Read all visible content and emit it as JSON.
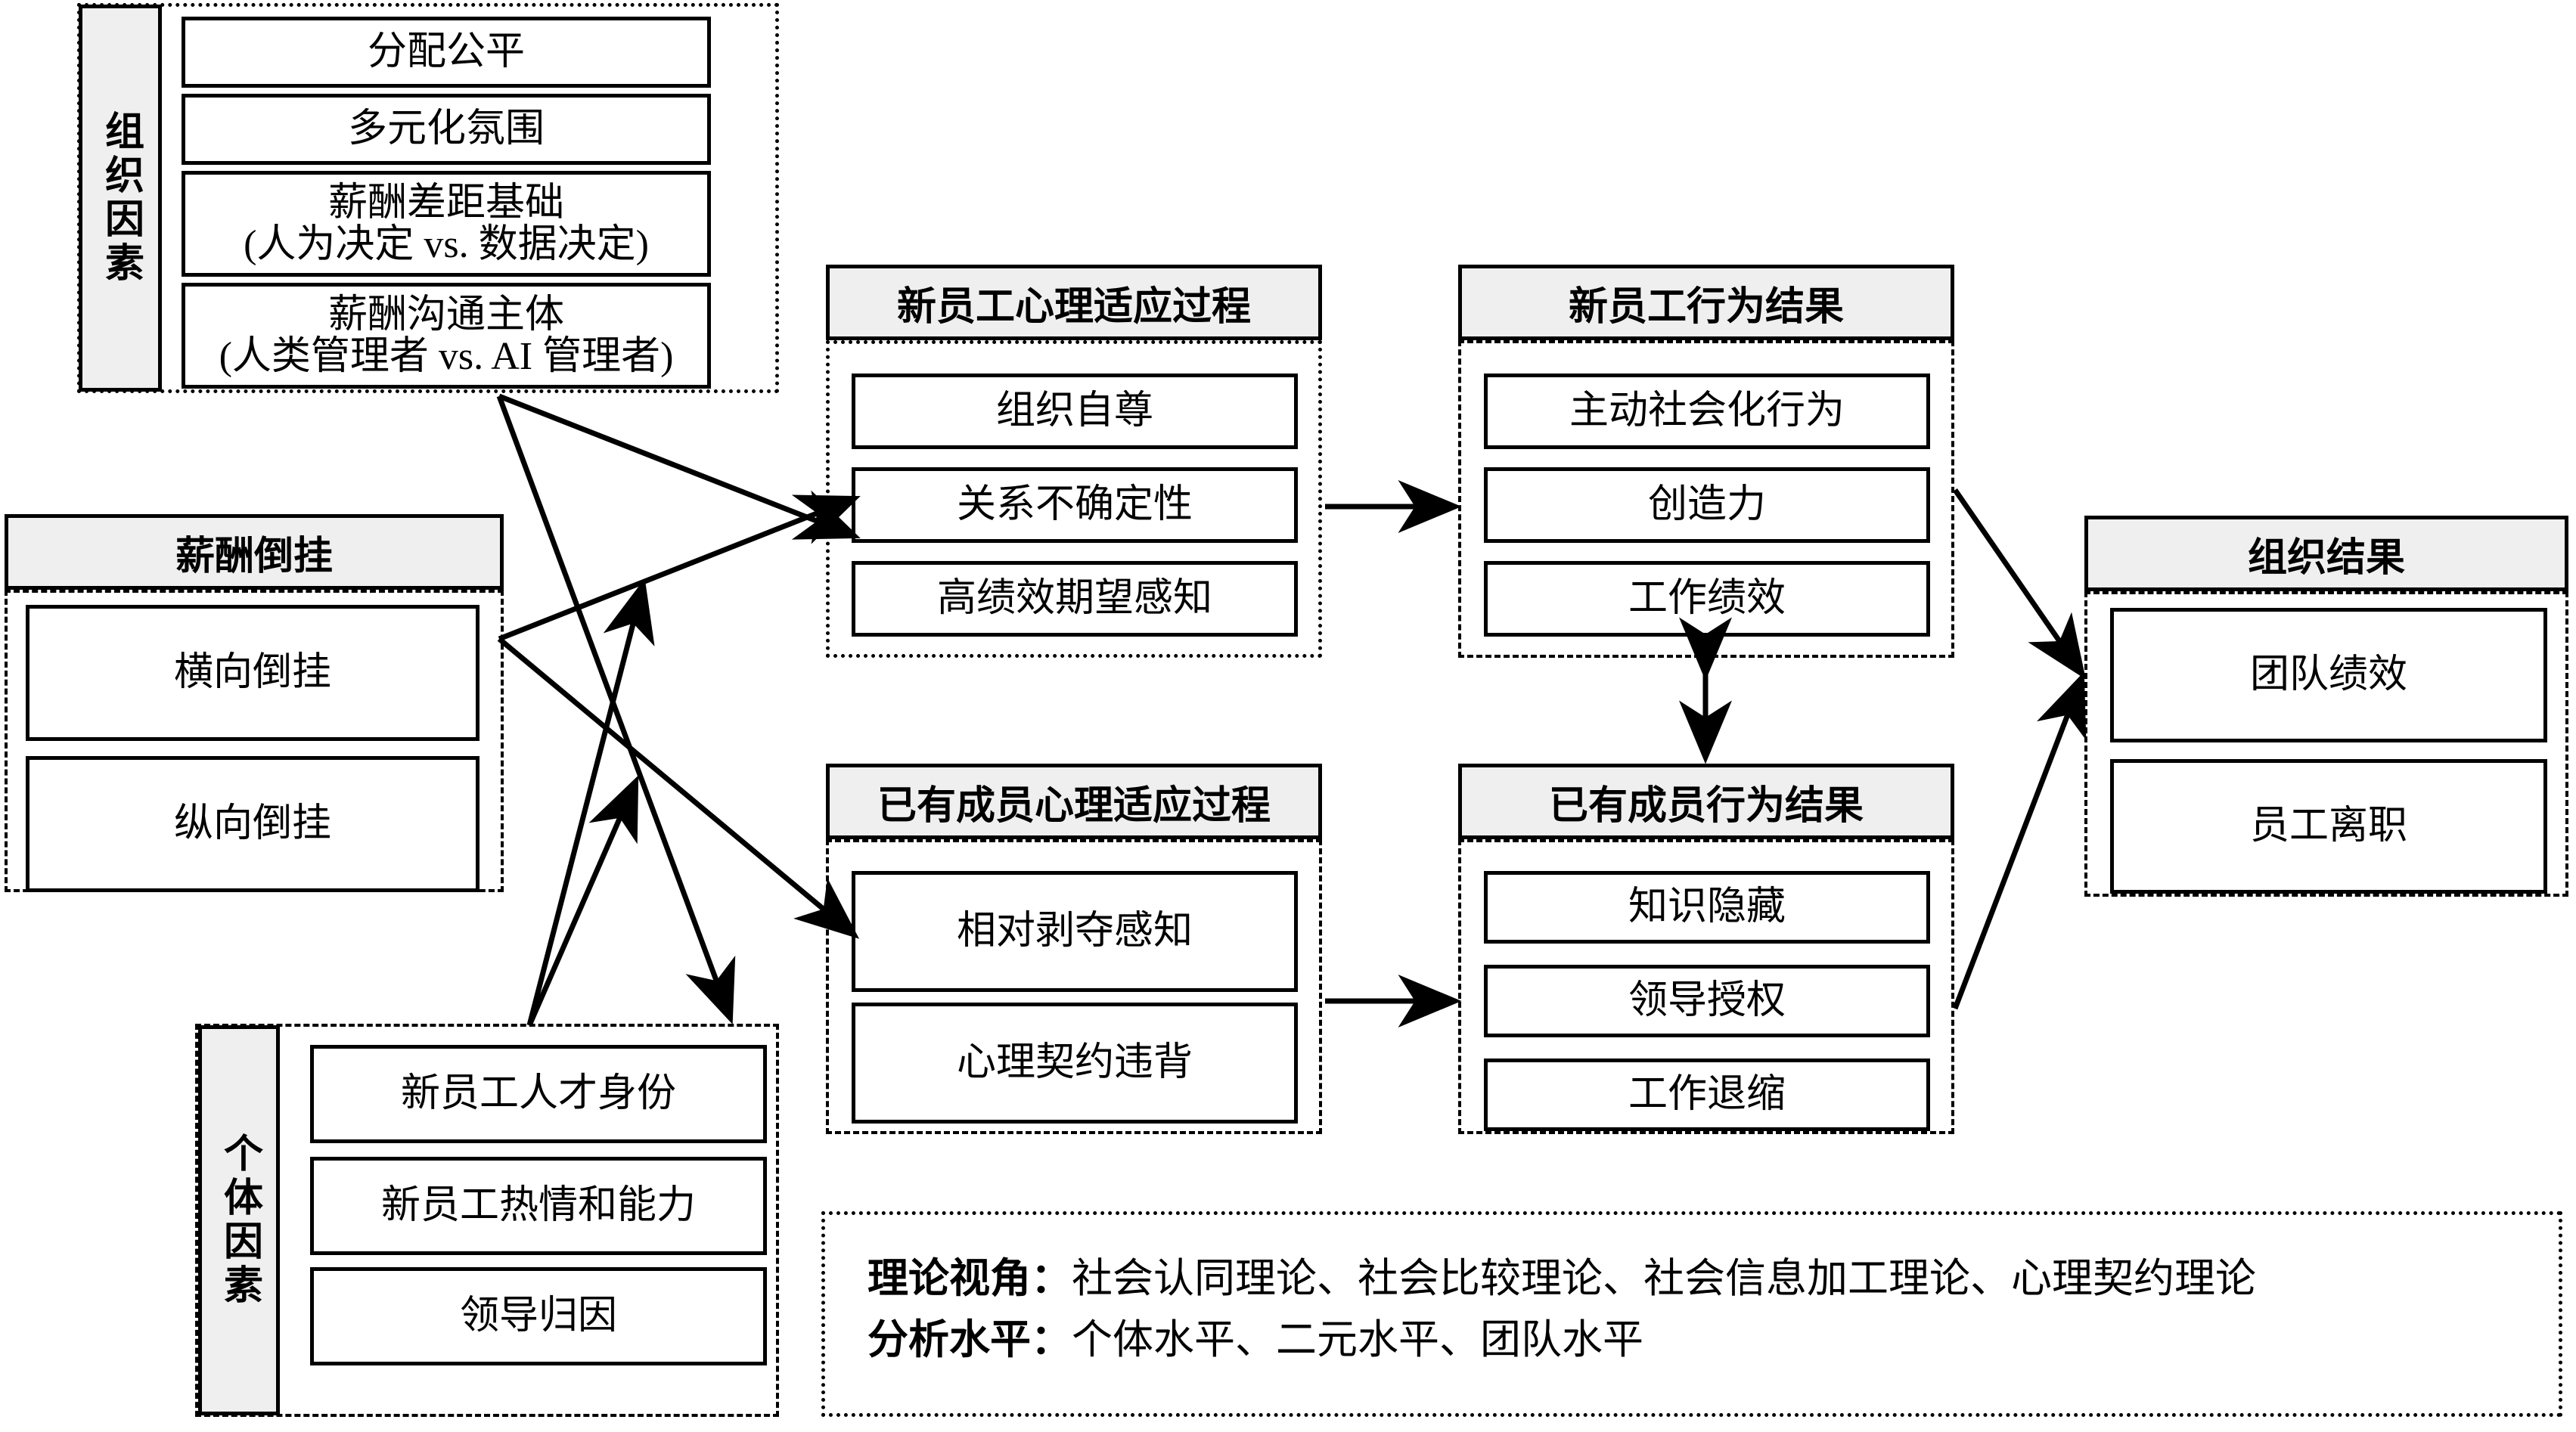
{
  "meta": {
    "bg": "#ffffff",
    "header_fill": "#efefef",
    "stroke": "#000000"
  },
  "org_factors": {
    "side_label": "组织因素",
    "items": [
      {
        "line1": "分配公平",
        "line2": ""
      },
      {
        "line1": "多元化氛围",
        "line2": ""
      },
      {
        "line1": "薪酬差距基础",
        "line2": "(人为决定 vs. 数据决定)"
      },
      {
        "line1": "薪酬沟通主体",
        "line2": "(人类管理者 vs. AI 管理者)"
      }
    ]
  },
  "pay_inversion": {
    "header": "薪酬倒挂",
    "items": [
      "横向倒挂",
      "纵向倒挂"
    ]
  },
  "individual_factors": {
    "side_label": "个体因素",
    "items": [
      "新员工人才身份",
      "新员工热情和能力",
      "领导归因"
    ]
  },
  "newcomer_psych": {
    "header": "新员工心理适应过程",
    "items": [
      "组织自尊",
      "关系不确定性",
      "高绩效期望感知"
    ]
  },
  "newcomer_behavior": {
    "header": "新员工行为结果",
    "items": [
      "主动社会化行为",
      "创造力",
      "工作绩效"
    ]
  },
  "incumbent_psych": {
    "header": "已有成员心理适应过程",
    "items": [
      "相对剥夺感知",
      "心理契约违背"
    ]
  },
  "incumbent_behavior": {
    "header": "已有成员行为结果",
    "items": [
      "知识隐藏",
      "领导授权",
      "工作退缩"
    ]
  },
  "org_outcomes": {
    "header": "组织结果",
    "items": [
      "团队绩效",
      "员工离职"
    ]
  },
  "footnote": {
    "line1_label": "理论视角：",
    "line1_value": "社会认同理论、社会比较理论、社会信息加工理论、心理契约理论",
    "line2_label": "分析水平：",
    "line2_value": "个体水平、二元水平、团队水平"
  }
}
